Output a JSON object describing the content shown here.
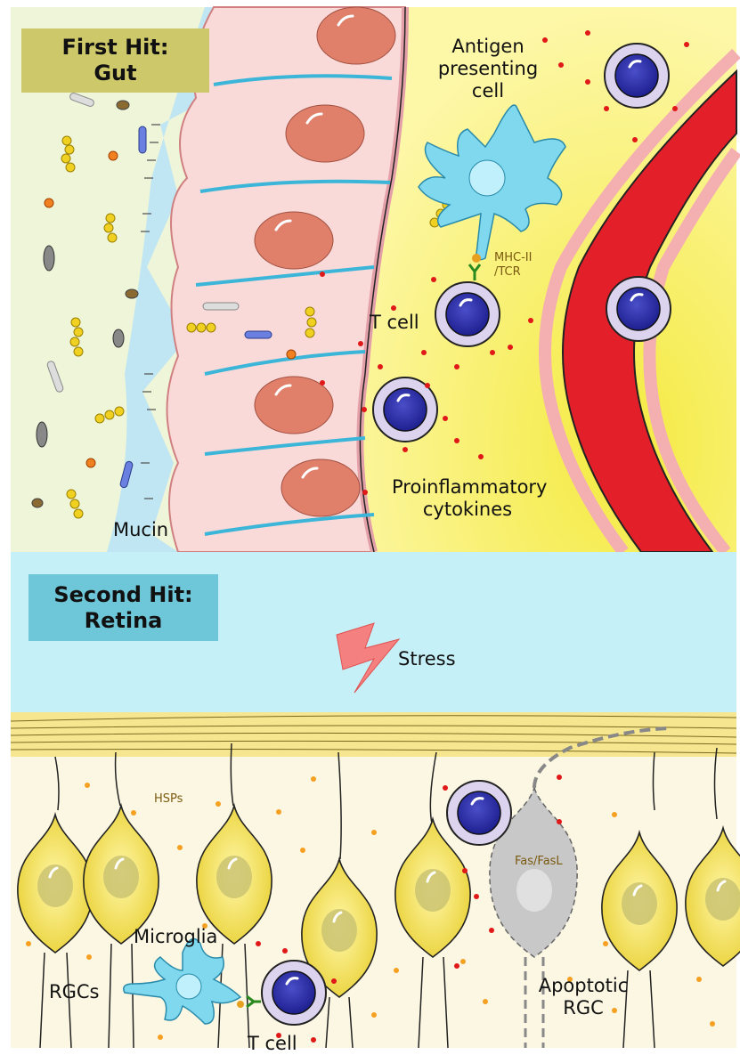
{
  "panels": {
    "first": {
      "title_line1": "First Hit:",
      "title_line2": "Gut",
      "color": "#cdc86a"
    },
    "second": {
      "title_line1": "Second Hit:",
      "title_line2": "Retina",
      "color": "#6ec7d8"
    }
  },
  "labels": {
    "apc_line1": "Antigen",
    "apc_line2": "presenting",
    "apc_line3": "cell",
    "mhc_line1": "MHC-II",
    "mhc_line2": "/TCR",
    "tcell_gut": "T cell",
    "cytokines_line1": "Proinflammatory",
    "cytokines_line2": "cytokines",
    "mucin": "Mucin",
    "stress": "Stress",
    "hsps": "HSPs",
    "fas": "Fas/FasL",
    "microglia": "Microglia",
    "rgcs": "RGCs",
    "apoptotic_line1": "Apoptotic",
    "apoptotic_line2": "RGC",
    "tcell_retina": "T cell"
  },
  "colors": {
    "lumen": "#eef5d8",
    "mucin": "#bfe6f2",
    "epithelium": "#fad9d9",
    "nucleus": "#e0806a",
    "lamina": "#fdf38a",
    "vessel": "#e3202a",
    "tcell_nucleus": "#2a2ea0",
    "tcell_body": "#dcd4ee",
    "apc": "#7fd8ee",
    "sky": "#c5f0f8",
    "nerve_fiber": "#f7e690",
    "rgc": "#f5e56a",
    "apoptotic": "#c8c8c8",
    "cytokine": "#e01818",
    "hsp": "#f5a020"
  },
  "icons": [
    "bacteria-icon",
    "lightning-icon",
    "tcell-icon",
    "dendritic-cell-icon",
    "microglia-icon",
    "neuron-icon"
  ]
}
